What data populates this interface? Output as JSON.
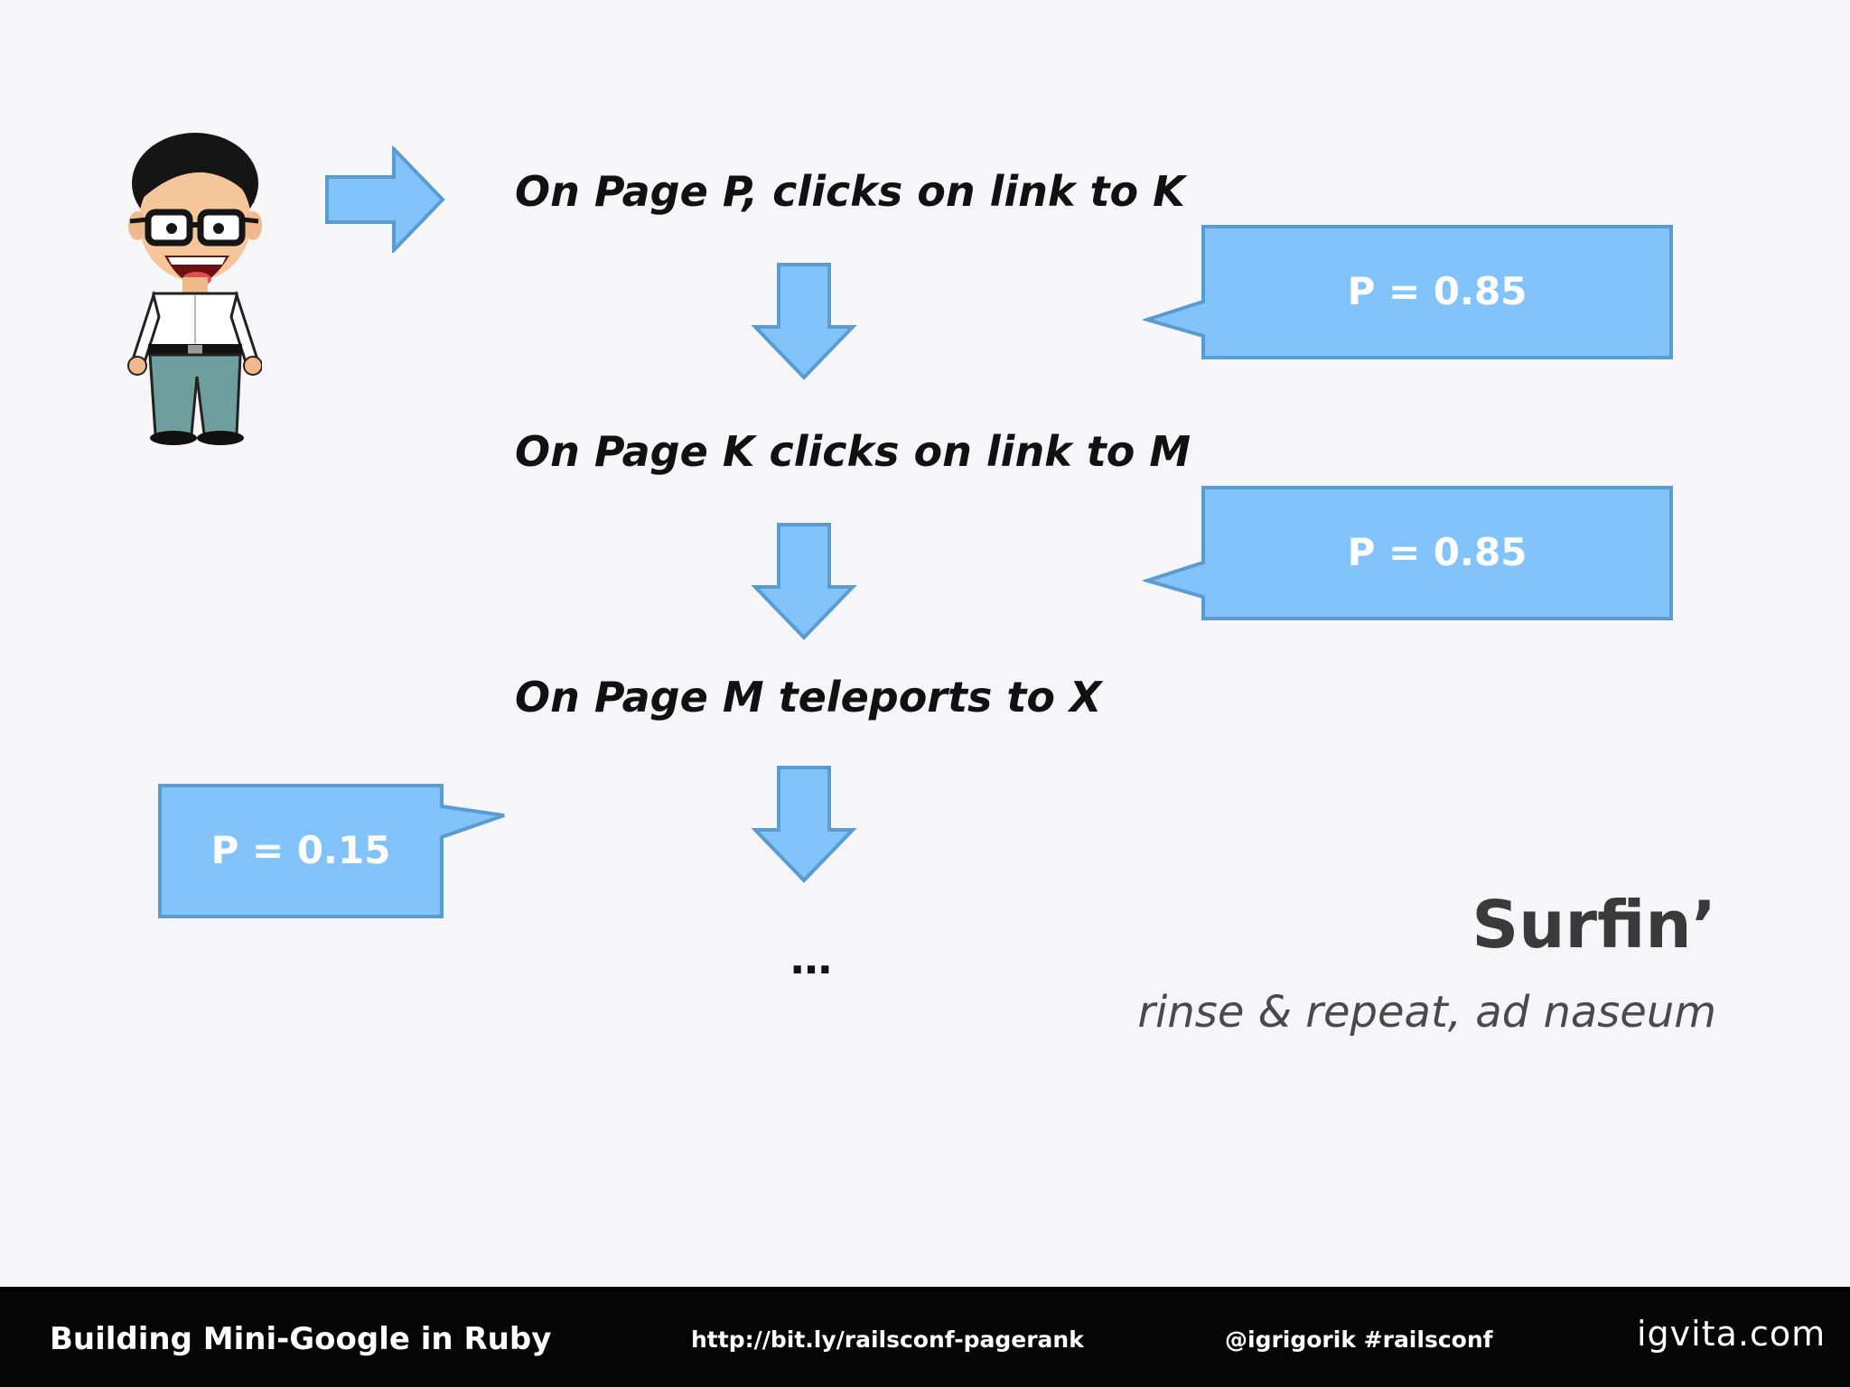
{
  "steps": [
    "On Page P, clicks on link to K",
    "On Page K clicks on link to M",
    "On Page M teleports to X"
  ],
  "ellipsis": "…",
  "bubbles": [
    "P = 0.85",
    "P = 0.85",
    "P = 0.15"
  ],
  "heading": "Surfin’",
  "subheading": "rinse & repeat, ad naseum",
  "footer": {
    "title": "Building Mini-Google in Ruby",
    "link": "http://bit.ly/railsconf-pagerank",
    "handle": "@igrigorik #railsconf",
    "brand": "igvita.com"
  },
  "colors": {
    "background": "#f6f5f7",
    "arrow_fill": "#82c3fb",
    "arrow_stroke": "#5a9bd0",
    "footer_bg": "#050505"
  }
}
